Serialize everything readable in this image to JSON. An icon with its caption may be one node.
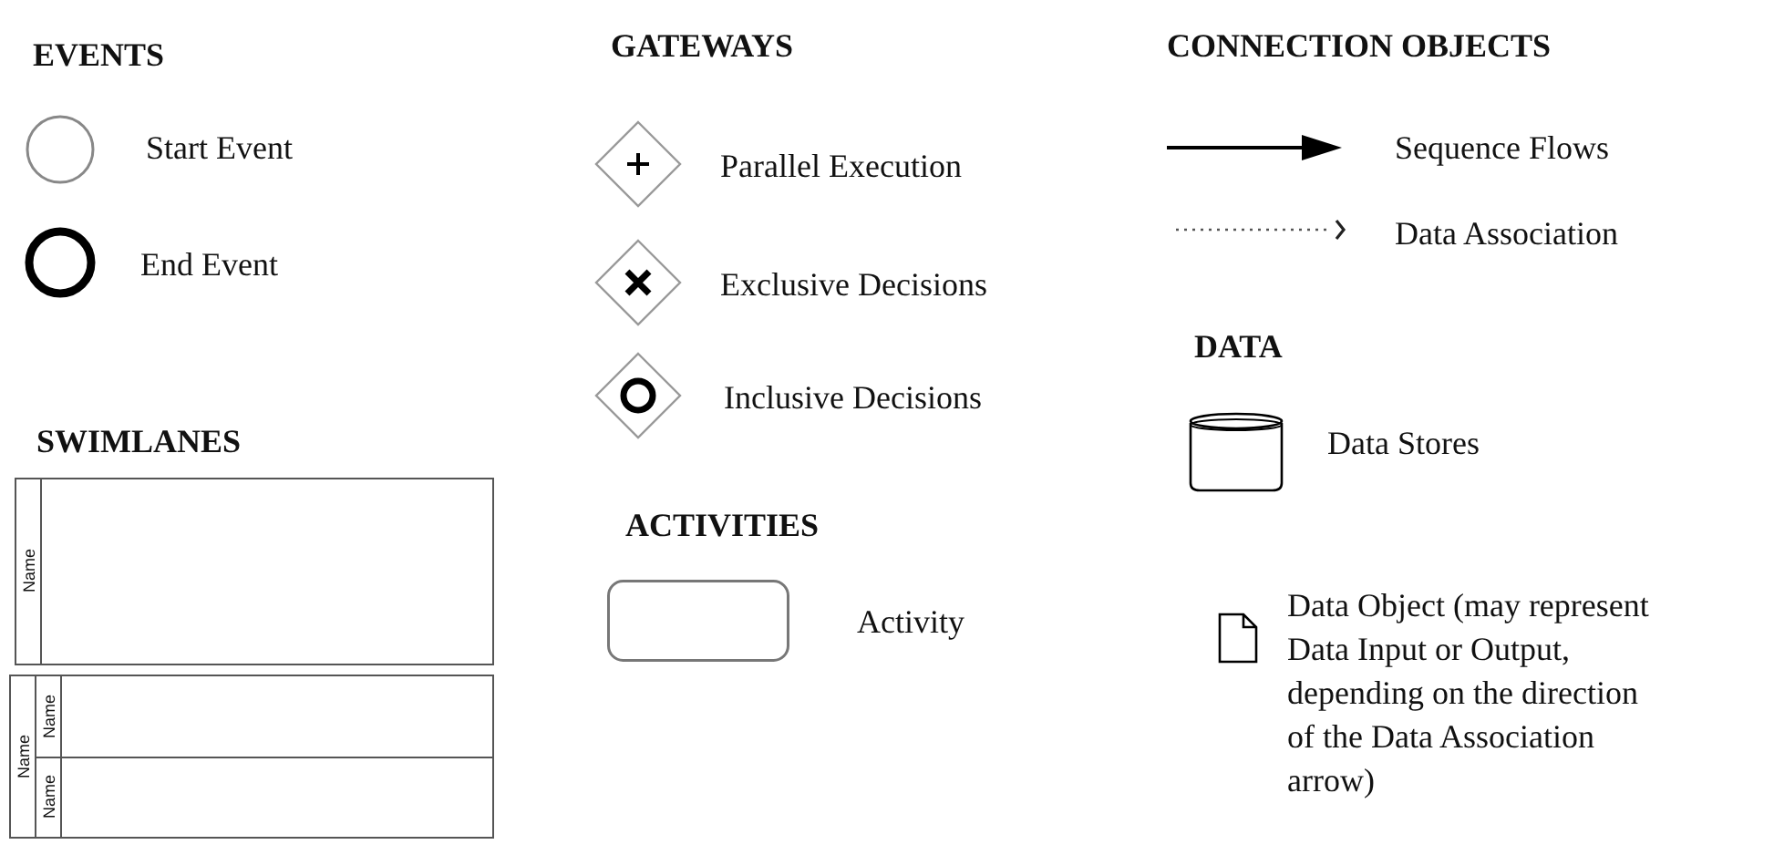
{
  "diagram": {
    "nodes": [
      {
        "text": [
          "Name"
        ]
      },
      {
        "text": [
          "Name"
        ]
      },
      {
        "text": [
          "Name"
        ],
        "in": 1
      },
      {
        "text": [
          "Name"
        ],
        "in": 1
      }
    ],
    "labels": [
      "EVENTS",
      "GATEWAYS",
      "CONNECTION OBJECTS",
      "DATA",
      "SWIMLANES",
      "ACTIVITIES"
    ],
    "legend": [
      {
        "text": "Start Event"
      },
      {
        "text": "End Event"
      },
      {
        "text": "Parallel Execution"
      },
      {
        "text": "Exclusive Decisions"
      },
      {
        "text": "Inclusive Decisions"
      },
      {
        "text": "Activity"
      },
      {
        "text": "Sequence Flows"
      },
      {
        "text": "Data Association"
      },
      {
        "text": "Data Stores"
      },
      {
        "text": "Data Object (may represent Data Input or Output, depending on the direction of the Data Association arrow)"
      }
    ]
  }
}
